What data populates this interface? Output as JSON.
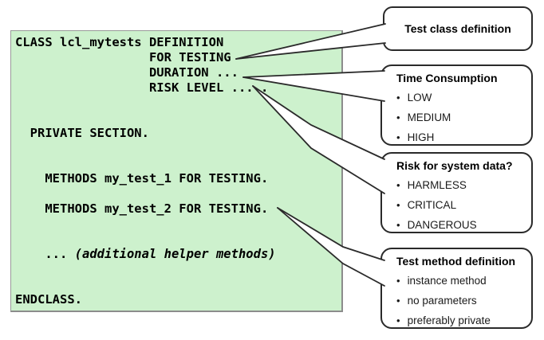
{
  "code_block": {
    "lines": [
      "CLASS lcl_mytests DEFINITION",
      "                  FOR TESTING",
      "                  DURATION ...",
      "                  RISK LEVEL ... .",
      "",
      "",
      "  PRIVATE SECTION.",
      "",
      "",
      "    METHODS my_test_1 FOR TESTING.",
      "",
      "    METHODS my_test_2 FOR TESTING.",
      "",
      "",
      "",
      "",
      "",
      "ENDCLASS."
    ],
    "helper_dots": "    ... ",
    "helper_note": "(additional helper methods)"
  },
  "callouts": [
    {
      "title": "Test class definition",
      "items": []
    },
    {
      "title": "Time Consumption",
      "items": [
        "LOW",
        "MEDIUM",
        "HIGH"
      ]
    },
    {
      "title": "Risk for system data?",
      "items": [
        "HARMLESS",
        "CRITICAL",
        "DANGEROUS"
      ]
    },
    {
      "title": "Test method definition",
      "items": [
        "instance method",
        "no parameters",
        "preferably private"
      ]
    }
  ],
  "ui": {
    "bullet": "•"
  },
  "colors": {
    "code_bg": "#cdf1cd",
    "code_border": "#9a9a9a",
    "outline": "#2a2a2a",
    "text": "#000000"
  }
}
